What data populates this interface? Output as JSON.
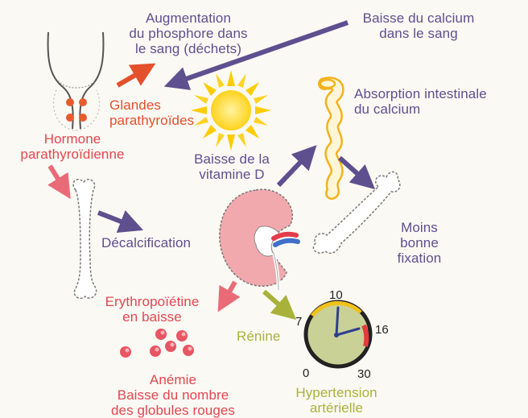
{
  "labels": {
    "phosphore": "Augmentation\ndu phosphore dans\nle sang (déchets)",
    "calcium_sang": "Baisse  du calcium\ndans le sang",
    "glandes": "Glandes\nparathyroïdes",
    "absorption": "Absorption intestinale\ndu calcium",
    "hormone": "Hormone\nparathyroïdienne",
    "vitamine": "Baisse de la\nvitamine D",
    "decalcification": "Décalcification",
    "fixation": "Moins\nbonne\nfixation",
    "erythro": "Erythropoïétine\nen baisse",
    "renine": "Rénine",
    "anemie": "Anémie\nBaisse du nombre\ndes globules rouges",
    "hypertension": "Hypertension\nartérielle"
  },
  "gauge": {
    "ticks": [
      "10",
      "16",
      "7",
      "0",
      "30"
    ]
  },
  "colors": {
    "purple": "#5e4f8f",
    "orange_red": "#e4502b",
    "pink_red": "#e0474f",
    "olive": "#a8b23a",
    "sun": "#ffcc00",
    "kidney": "#f2a9ae",
    "gauge_face": "#c9d196"
  },
  "icons": [
    "sun-icon",
    "bone-icon",
    "kidney-icon",
    "intestine-icon",
    "blood-cell-icon",
    "gauge-icon"
  ]
}
